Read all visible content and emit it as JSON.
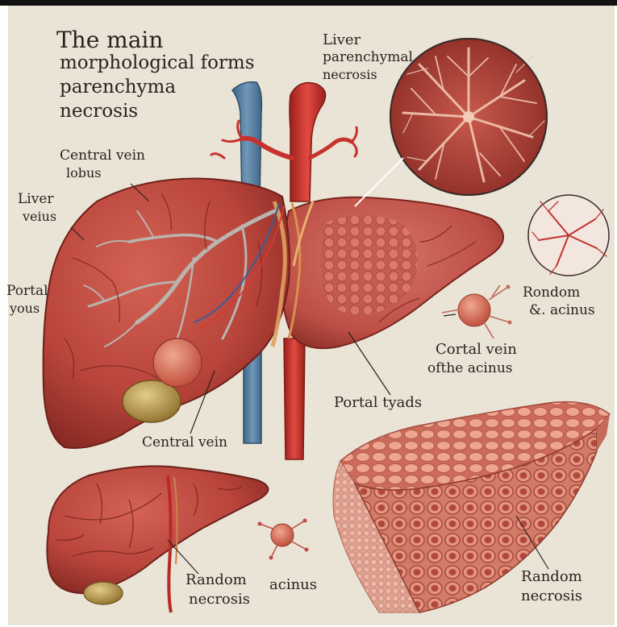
{
  "title": {
    "line1": "The main",
    "line2": "morphological forms",
    "line3": "parenchyma",
    "line4": "necrosis"
  },
  "labels": {
    "liver_parenchymal_line1": "Liver",
    "liver_parenchymal_line2": "parenchymal",
    "liver_parenchymal_line3": "necrosis",
    "central_vein_lobus_line1": "Central vein",
    "central_vein_lobus_line2": "lobus",
    "liver_veius_line1": "Liver",
    "liver_veius_line2": "veius",
    "portal_yous_line1": "Portal",
    "portal_yous_line2": "yous",
    "rondom_acinus_line1": "Rondom",
    "rondom_acinus_line2": "&. acinus",
    "cortal_vein_line1": "Cortal vein",
    "cortal_vein_line2": "ofthe acinus",
    "portal_tyads": "Portal tyads",
    "central_vein": "Central vein",
    "random_necrosis_left_line1": "Random",
    "random_necrosis_left_line2": "necrosis",
    "acinus": "acinus",
    "random_necrosis_right_line1": "Random",
    "random_necrosis_right_line2": "necrosis"
  },
  "colors": {
    "background": "#e9e4d6",
    "liver": "#b8443a",
    "liver_dark": "#8e2a24",
    "vena_cava": "#5a7fa0",
    "aorta": "#c8322e",
    "gallbladder": "#b89a55",
    "text": "#2b2220"
  }
}
